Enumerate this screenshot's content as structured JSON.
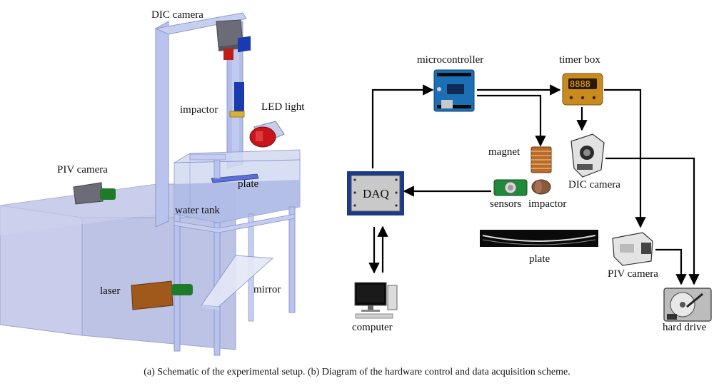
{
  "left_panel": {
    "labels": {
      "dic_camera": "DIC camera",
      "impactor": "impactor",
      "led_light": "LED light",
      "piv_camera": "PIV camera",
      "plate": "plate",
      "water_tank": "water tank",
      "laser": "laser",
      "mirror": "mirror"
    }
  },
  "right_panel": {
    "labels": {
      "microcontroller": "microcontroller",
      "timer_box": "timer box",
      "timer_display": "8888",
      "magnet": "magnet",
      "daq": "DAQ",
      "sensors": "sensors",
      "impactor": "impactor",
      "dic_camera": "DIC camera",
      "plate": "plate",
      "piv_camera": "PIV camera",
      "computer": "computer",
      "hard_drive": "hard drive"
    }
  },
  "caption": "(a) Schematic of the experimental setup. (b) Diagram of the hardware control and data acquisition scheme.",
  "colors": {
    "frame": "#b9c3ee",
    "frame_edge": "#8c97cf",
    "tank": "#c9d2ee",
    "water": "#b4c0e6",
    "laser_body": "#a0581b",
    "lens_green": "#1f7a2a",
    "dic_red": "#c01a1a",
    "impactor_blue": "#1a3bb0",
    "timer_box": "#c98a1e",
    "arduino_blue": "#1d6fb5"
  }
}
